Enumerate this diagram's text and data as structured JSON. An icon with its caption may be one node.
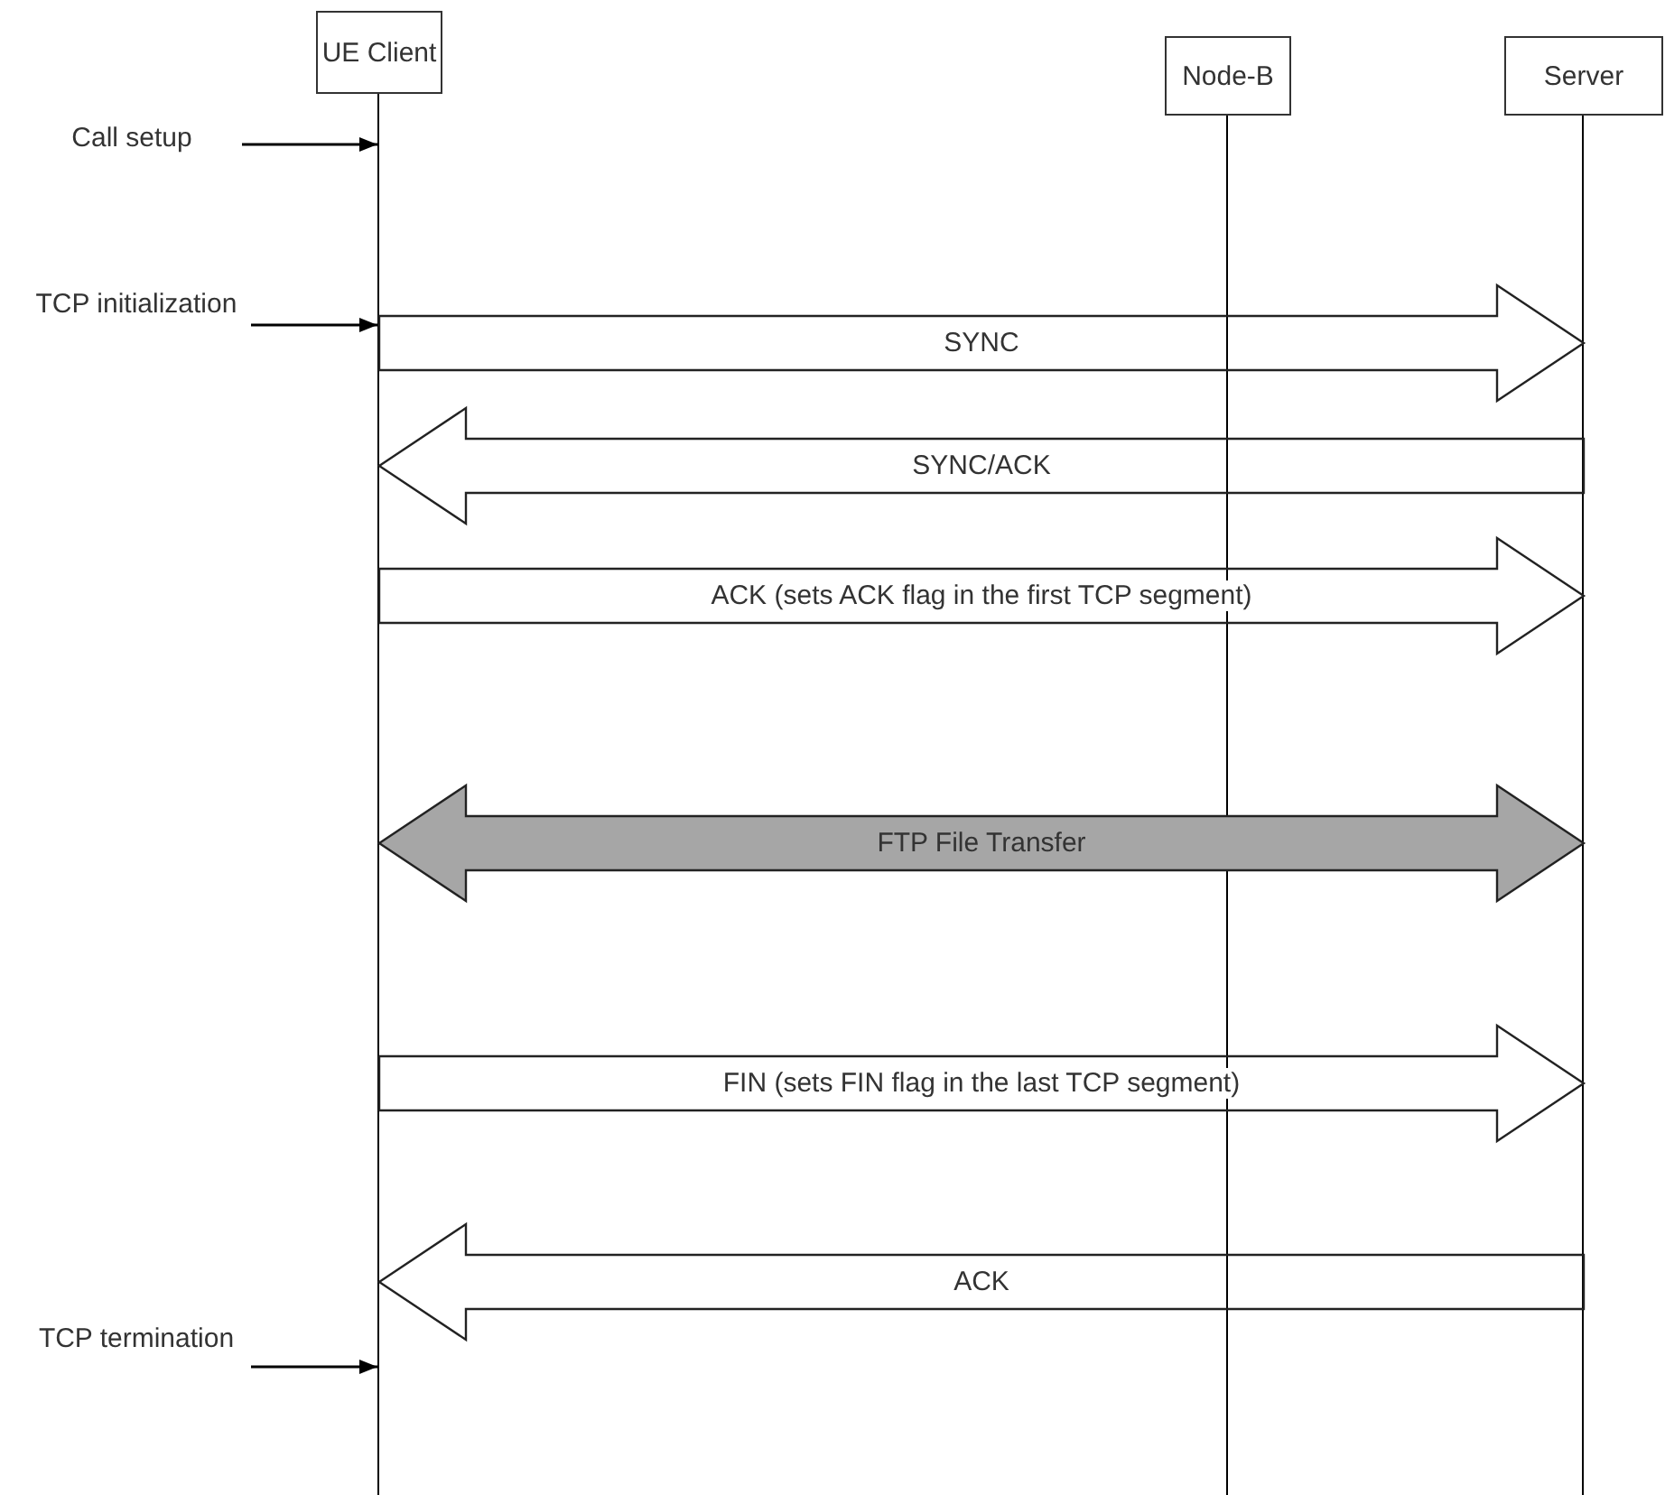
{
  "diagram": {
    "nodes": [
      {
        "text": [
          "UE Client"
        ]
      },
      {
        "text": [
          "Node-B"
        ]
      },
      {
        "text": [
          "Server"
        ]
      },
      {
        "text": [
          "Call setup"
        ]
      },
      {
        "text": [
          "TCP initialization"
        ]
      },
      {
        "text": [
          "TCP termination"
        ]
      }
    ],
    "edges": [
      {
        "from": 3,
        "to": 0,
        "arrow": "to"
      },
      {
        "from": 4,
        "to": 0,
        "arrow": "to"
      },
      {
        "from": 0,
        "to": 2,
        "arrow": "to",
        "label": "SYNC",
        "style": "thick"
      },
      {
        "from": 2,
        "to": 0,
        "arrow": "to",
        "label": "SYNC/ACK",
        "style": "thick"
      },
      {
        "from": 0,
        "to": 2,
        "arrow": "to",
        "label": "ACK (sets ACK flag in the first TCP segment)",
        "style": "thick"
      },
      {
        "from": 0,
        "to": 2,
        "arrow": "both",
        "label": "FTP File Transfer",
        "style": "thick",
        "color": "#a6a6a6"
      },
      {
        "from": 0,
        "to": 2,
        "arrow": "to",
        "label": "FIN (sets FIN flag in the  last TCP segment)",
        "style": "thick"
      },
      {
        "from": 2,
        "to": 0,
        "arrow": "to",
        "label": "ACK",
        "style": "thick"
      },
      {
        "from": 5,
        "to": 0,
        "arrow": "to"
      }
    ]
  }
}
